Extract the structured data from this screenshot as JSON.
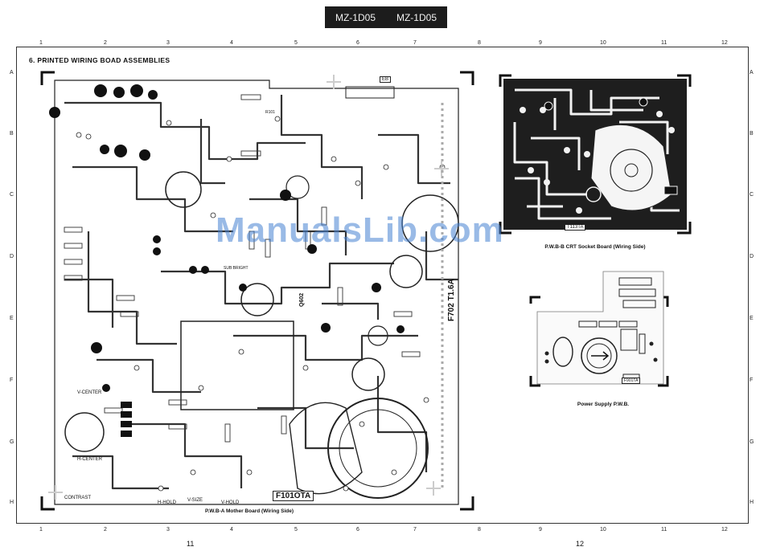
{
  "header": {
    "model_left": "MZ-1D05",
    "model_right": "MZ-1D05"
  },
  "section_title": "6. PRINTED WIRING BOAD ASSEMBLIES",
  "ruler": {
    "columns": [
      "1",
      "2",
      "3",
      "4",
      "5",
      "6",
      "7",
      "8",
      "9",
      "10",
      "11",
      "12"
    ],
    "rows": [
      "A",
      "B",
      "C",
      "D",
      "E",
      "F",
      "G",
      "H"
    ]
  },
  "captions": {
    "mother_board": "P.W.B-A  Mother Board (Wiring Side)",
    "crt_board": "P.W.B-B  CRT Socket Board (Wiring Side)",
    "power_board": "Power Supply P.W.B."
  },
  "labels": {
    "fuse_main": "F101OTA",
    "fuse_702": "F702  T1.6A",
    "eb": "EB",
    "q602": "Q602",
    "v_center": "V-CENTER",
    "h_center": "H-CENTER",
    "contrast": "CONTRAST",
    "v_hold": "V-HOLD",
    "v_size": "V-SIZE",
    "h_hold": "H-HOLD",
    "sub_bright": "SUB BRIGHT",
    "r101": "R101",
    "crt_tag": "T113TA",
    "power_tag": "F901TA"
  },
  "page_numbers": {
    "left": "11",
    "right": "12"
  },
  "watermark": "ManualsLib.com",
  "colors": {
    "ink": "#1a1a1a",
    "paper": "#ffffff",
    "watermark": "#4682d2",
    "header_bg": "#1c1c1c"
  }
}
